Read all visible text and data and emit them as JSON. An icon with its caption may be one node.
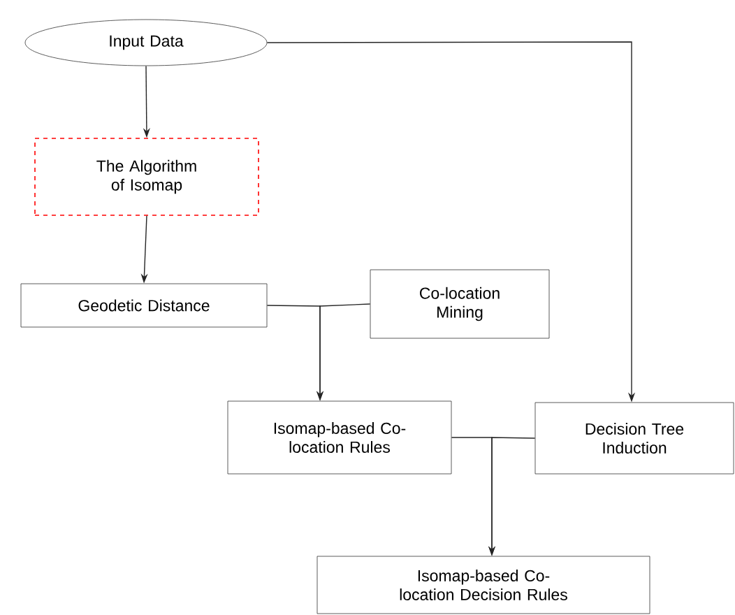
{
  "diagram": {
    "nodes": [
      {
        "text": [
          "Input Data"
        ]
      },
      {
        "text": [
          "The Algorithm of Isomap"
        ]
      },
      {
        "text": [
          "Geodetic Distance"
        ]
      },
      {
        "text": [
          "Co-location Mining"
        ]
      },
      {
        "text": [
          "Isomap-based Co-location Rules"
        ]
      },
      {
        "text": [
          "Decision Tree Induction"
        ]
      },
      {
        "text": [
          "Isomap-based Co-location Decision Rules"
        ]
      }
    ],
    "edges": [
      {
        "from": 0,
        "to": 1,
        "arrow": "to"
      },
      {
        "from": 1,
        "to": 2,
        "arrow": "to"
      },
      {
        "from": 2,
        "to": 4,
        "arrow": "to"
      },
      {
        "from": 3,
        "to": 4,
        "arrow": "to"
      },
      {
        "from": 0,
        "to": 5,
        "arrow": "to"
      },
      {
        "from": 4,
        "to": 6,
        "arrow": "to"
      },
      {
        "from": 5,
        "to": 6,
        "arrow": "to"
      }
    ]
  }
}
